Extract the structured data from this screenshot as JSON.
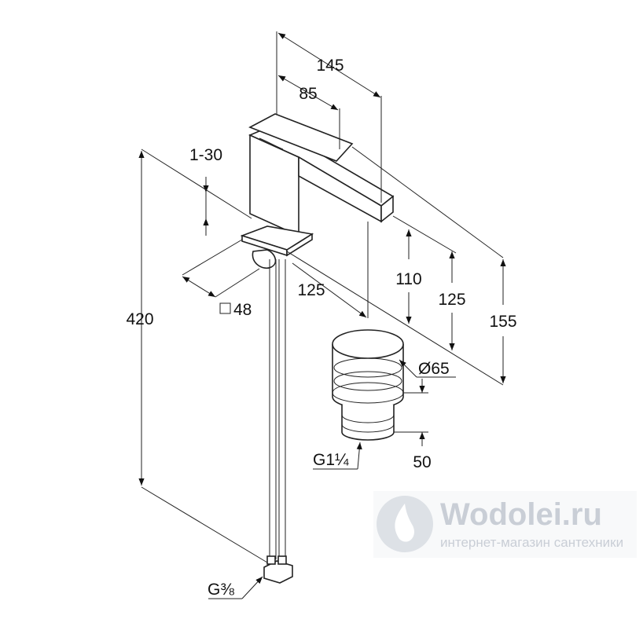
{
  "drawing": {
    "dimensions": {
      "width_total": "145",
      "handle_length": "85",
      "handle_travel": "1-30",
      "total_height": "420",
      "base_square": "48",
      "spout_reach": "125",
      "spout_height": "110",
      "outlet_height": "125",
      "overall_height": "155",
      "waste_diameter": "Ø65",
      "waste_height": "50",
      "waste_thread": "G1¼",
      "supply_thread": "G⅜"
    }
  },
  "watermark": {
    "brand": "Wodolei.ru",
    "tagline": "интернет-магазин сантехники"
  },
  "colors": {
    "line": "#222222",
    "watermark": "#c9ced6"
  }
}
